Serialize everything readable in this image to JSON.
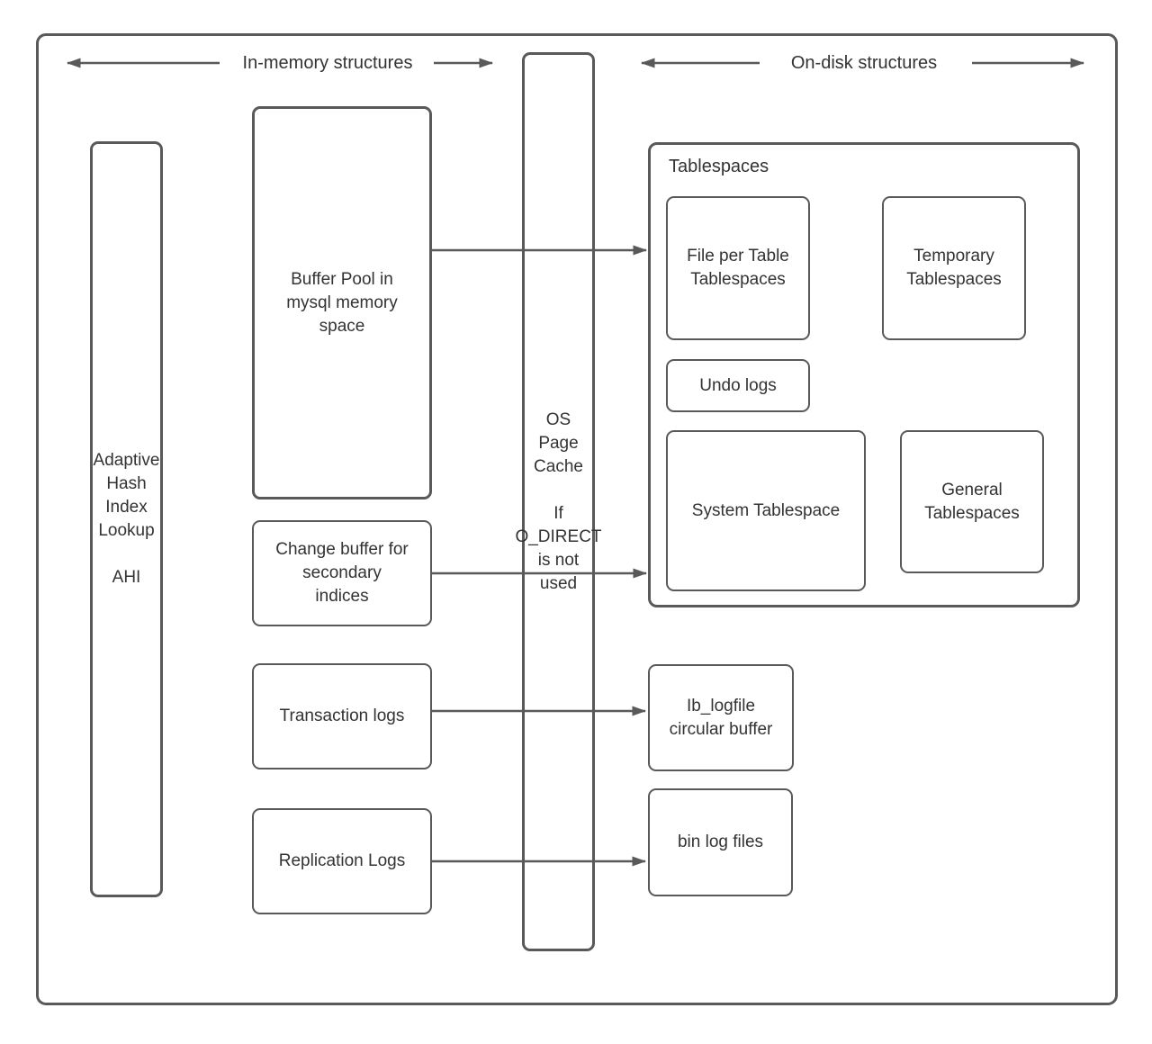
{
  "colors": {
    "stroke": "#595959",
    "text": "#333333",
    "background": "#ffffff"
  },
  "headers": {
    "in_memory": "In-memory structures",
    "on_disk": "On-disk structures"
  },
  "nodes": {
    "ahi": {
      "label": "Adaptive\nHash\nIndex\nLookup\n\nAHI"
    },
    "buffer_pool": {
      "label": "Buffer Pool in\nmysql memory\nspace"
    },
    "change_buffer": {
      "label": "Change buffer for\nsecondary\nindices"
    },
    "transaction_logs": {
      "label": "Transaction logs"
    },
    "replication_logs": {
      "label": "Replication Logs"
    },
    "os_page_cache": {
      "label": "OS\nPage\nCache\n\nIf\nO_DIRECT\nis not\nused"
    },
    "tablespaces": {
      "title": "Tablespaces"
    },
    "file_per_table": {
      "label": "File per Table\nTablespaces"
    },
    "temporary": {
      "label": "Temporary\nTablespaces"
    },
    "undo_logs": {
      "label": "Undo logs"
    },
    "system_tablespace": {
      "label": "System Tablespace"
    },
    "general": {
      "label": "General\nTablespaces"
    },
    "ib_logfile": {
      "label": "Ib_logfile\ncircular buffer"
    },
    "bin_log": {
      "label": "bin log files"
    }
  }
}
